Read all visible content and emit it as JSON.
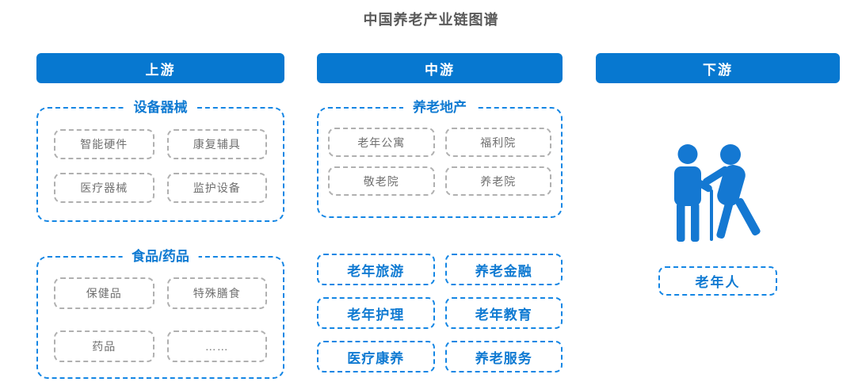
{
  "title": "中国养老产业链图谱",
  "colors": {
    "header_blue": "#0778d0",
    "dashed_blue": "#1486e4",
    "text_blue": "#0f7ad2",
    "gray_border": "#b0b0b0",
    "gray_text": "#707070",
    "title_gray": "#595959"
  },
  "columns": {
    "upstream": {
      "header": "上游",
      "groups": [
        {
          "title": "设备器械",
          "items": [
            "智能硬件",
            "康复辅具",
            "医疗器械",
            "监护设备"
          ]
        },
        {
          "title": "食品/药品",
          "items": [
            "保健品",
            "特殊膳食",
            "药品",
            "……"
          ]
        }
      ]
    },
    "midstream": {
      "header": "中游",
      "groups": [
        {
          "title": "养老地产",
          "items": [
            "老年公寓",
            "福利院",
            "敬老院",
            "养老院"
          ]
        }
      ],
      "sectors": [
        "老年旅游",
        "养老金融",
        "老年护理",
        "老年教育",
        "医疗康养",
        "养老服务"
      ]
    },
    "downstream": {
      "header": "下游",
      "icon": "elderly-care-icon",
      "label": "老年人"
    }
  }
}
